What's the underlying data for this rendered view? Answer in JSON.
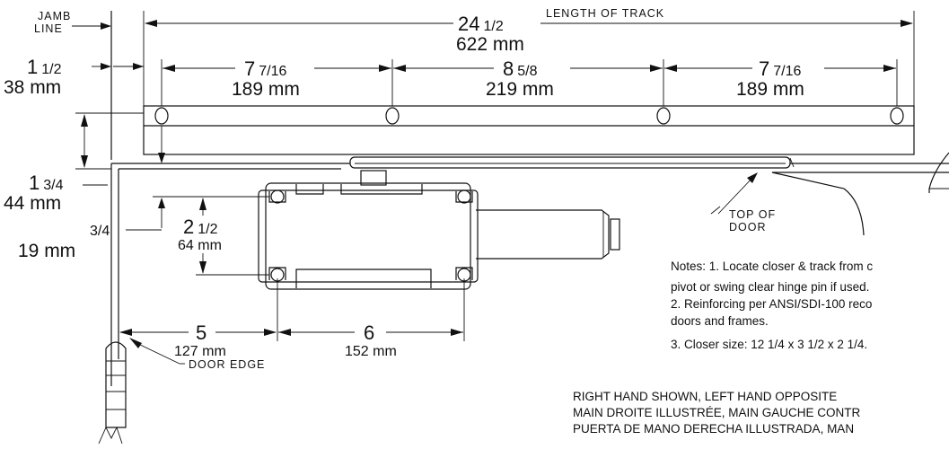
{
  "labels": {
    "jamb_line_1": "JAMB",
    "jamb_line_2": "LINE",
    "length_of_track": "LENGTH OF TRACK",
    "top_of_door_1": "TOP OF",
    "top_of_door_2": "DOOR",
    "door_edge": "DOOR EDGE"
  },
  "dimensions": {
    "track_length": {
      "whole": "24",
      "frac": "1/2",
      "mm": "622 mm"
    },
    "jamb_offset": {
      "whole": "1",
      "frac": "1/2",
      "mm": "38 mm"
    },
    "hole_left": {
      "whole": "7",
      "frac": "7/16",
      "mm": "189 mm"
    },
    "hole_middle": {
      "whole": "8",
      "frac": "5/8",
      "mm": "219 mm"
    },
    "hole_right": {
      "whole": "7",
      "frac": "7/16",
      "mm": "189 mm"
    },
    "track_drop": {
      "whole": "1",
      "frac": "3/4",
      "mm": "44 mm"
    },
    "closer_drop": {
      "frac": "3/4",
      "mm": "19 mm"
    },
    "closer_height": {
      "whole": "2",
      "frac": "1/2",
      "mm": "64 mm"
    },
    "closer_offset": {
      "whole": "5",
      "mm": "127 mm"
    },
    "closer_width": {
      "whole": "6",
      "mm": "152 mm"
    }
  },
  "notes": {
    "line1": "Notes:  1. Locate closer & track from c",
    "line2": "pivot or swing clear hinge pin if used.",
    "line3": "2.  Reinforcing per ANSI/SDI-100 reco",
    "line4": "doors and frames.",
    "line5": "3. Closer size: 12 1/4 x 3 1/2 x 2 1/4."
  },
  "handing": {
    "en": "RIGHT HAND SHOWN, LEFT HAND OPPOSITE",
    "fr": "MAIN DROITE ILLUSTRÉE, MAIN GAUCHE CONTR",
    "es": "PUERTA DE MANO DERECHA ILLUSTRADA, MAN"
  }
}
